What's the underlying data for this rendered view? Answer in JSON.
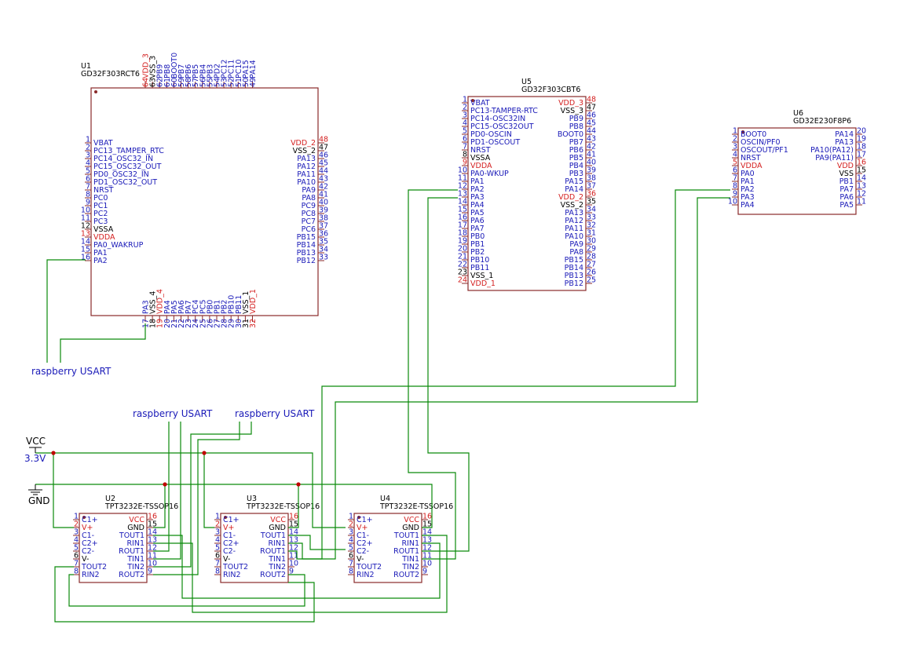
{
  "chips": {
    "u1": {
      "ref": "U1",
      "part": "GD32F303RCT6",
      "left": [
        {
          "n": "1",
          "l": "VBAT"
        },
        {
          "n": "2",
          "l": "PC13_TAMPER_RTC"
        },
        {
          "n": "3",
          "l": "PC14_OSC32_IN"
        },
        {
          "n": "4",
          "l": "PC15_OSC32_OUT"
        },
        {
          "n": "5",
          "l": "PD0_OSC32_IN"
        },
        {
          "n": "6",
          "l": "PD1_OSC32_OUT"
        },
        {
          "n": "7",
          "l": "NRST"
        },
        {
          "n": "8",
          "l": "PC0"
        },
        {
          "n": "9",
          "l": "PC1"
        },
        {
          "n": "10",
          "l": "PC2"
        },
        {
          "n": "11",
          "l": "PC3"
        },
        {
          "n": "12",
          "l": "VSSA",
          "c": "gnd"
        },
        {
          "n": "13",
          "l": "VDDA",
          "c": "pwr"
        },
        {
          "n": "14",
          "l": "PA0_WAKRUP"
        },
        {
          "n": "15",
          "l": "PA1"
        },
        {
          "n": "16",
          "l": "PA2"
        }
      ],
      "right": [
        {
          "n": "48",
          "l": "VDD_2",
          "c": "pwr"
        },
        {
          "n": "47",
          "l": "VSS_2",
          "c": "gnd"
        },
        {
          "n": "46",
          "l": "PA13"
        },
        {
          "n": "45",
          "l": "PA12"
        },
        {
          "n": "44",
          "l": "PA11"
        },
        {
          "n": "43",
          "l": "PA10"
        },
        {
          "n": "42",
          "l": "PA9"
        },
        {
          "n": "41",
          "l": "PA8"
        },
        {
          "n": "40",
          "l": "PC9"
        },
        {
          "n": "39",
          "l": "PC8"
        },
        {
          "n": "38",
          "l": "PC7"
        },
        {
          "n": "37",
          "l": "PC6"
        },
        {
          "n": "36",
          "l": "PB15"
        },
        {
          "n": "35",
          "l": "PB14"
        },
        {
          "n": "34",
          "l": "PB13"
        },
        {
          "n": "33",
          "l": "PB12"
        }
      ],
      "top": [
        {
          "n": "64",
          "l": "VDD_3",
          "c": "pwr"
        },
        {
          "n": "63",
          "l": "VSS_3",
          "c": "gnd"
        },
        {
          "n": "62",
          "l": "PB9"
        },
        {
          "n": "61",
          "l": "PB8"
        },
        {
          "n": "60",
          "l": "BOOT0"
        },
        {
          "n": "59",
          "l": "PB7"
        },
        {
          "n": "58",
          "l": "PB6"
        },
        {
          "n": "57",
          "l": "PB5"
        },
        {
          "n": "56",
          "l": "PB4"
        },
        {
          "n": "55",
          "l": "PB3"
        },
        {
          "n": "54",
          "l": "PD2"
        },
        {
          "n": "53",
          "l": "PC12"
        },
        {
          "n": "52",
          "l": "PC11"
        },
        {
          "n": "51",
          "l": "PC10"
        },
        {
          "n": "50",
          "l": "PA15"
        },
        {
          "n": "49",
          "l": "PA14"
        }
      ],
      "bottom": [
        {
          "n": "17",
          "l": "PA3"
        },
        {
          "n": "18",
          "l": "VSS_4",
          "c": "gnd"
        },
        {
          "n": "19",
          "l": "VDD_4",
          "c": "pwr"
        },
        {
          "n": "20",
          "l": "PA4"
        },
        {
          "n": "21",
          "l": "PA5"
        },
        {
          "n": "22",
          "l": "PA6"
        },
        {
          "n": "23",
          "l": "PA7"
        },
        {
          "n": "24",
          "l": "PC4"
        },
        {
          "n": "25",
          "l": "PC5"
        },
        {
          "n": "26",
          "l": "PB0"
        },
        {
          "n": "27",
          "l": "PB1"
        },
        {
          "n": "28",
          "l": "PB2"
        },
        {
          "n": "29",
          "l": "PB10"
        },
        {
          "n": "30",
          "l": "PB11"
        },
        {
          "n": "31",
          "l": "VSS_1",
          "c": "gnd"
        },
        {
          "n": "32",
          "l": "VDD_1",
          "c": "pwr"
        }
      ]
    },
    "u5": {
      "ref": "U5",
      "part": "GD32F303CBT6",
      "left": [
        {
          "n": "1",
          "l": "VBAT"
        },
        {
          "n": "2",
          "l": "PC13-TAMPER-RTC"
        },
        {
          "n": "3",
          "l": "PC14-OSC32IN"
        },
        {
          "n": "4",
          "l": "PC15-OSC32OUT"
        },
        {
          "n": "5",
          "l": "PD0-OSCIN"
        },
        {
          "n": "6",
          "l": "PD1-OSCOUT"
        },
        {
          "n": "7",
          "l": "NRST"
        },
        {
          "n": "8",
          "l": "VSSA",
          "c": "gnd"
        },
        {
          "n": "9",
          "l": "VDDA",
          "c": "pwr"
        },
        {
          "n": "10",
          "l": "PA0-WKUP"
        },
        {
          "n": "11",
          "l": "PA1"
        },
        {
          "n": "12",
          "l": "PA2"
        },
        {
          "n": "13",
          "l": "PA3"
        },
        {
          "n": "14",
          "l": "PA4"
        },
        {
          "n": "15",
          "l": "PA5"
        },
        {
          "n": "16",
          "l": "PA6"
        },
        {
          "n": "17",
          "l": "PA7"
        },
        {
          "n": "18",
          "l": "PB0"
        },
        {
          "n": "19",
          "l": "PB1"
        },
        {
          "n": "20",
          "l": "PB2"
        },
        {
          "n": "21",
          "l": "PB10"
        },
        {
          "n": "22",
          "l": "PB11"
        },
        {
          "n": "23",
          "l": "VSS_1",
          "c": "gnd"
        },
        {
          "n": "24",
          "l": "VDD_1",
          "c": "pwr"
        }
      ],
      "right": [
        {
          "n": "48",
          "l": "VDD_3",
          "c": "pwr"
        },
        {
          "n": "47",
          "l": "VSS_3",
          "c": "gnd"
        },
        {
          "n": "46",
          "l": "PB9"
        },
        {
          "n": "45",
          "l": "PB8"
        },
        {
          "n": "44",
          "l": "BOOT0"
        },
        {
          "n": "43",
          "l": "PB7"
        },
        {
          "n": "42",
          "l": "PB6"
        },
        {
          "n": "41",
          "l": "PB5"
        },
        {
          "n": "40",
          "l": "PB4"
        },
        {
          "n": "39",
          "l": "PB3"
        },
        {
          "n": "38",
          "l": "PA15"
        },
        {
          "n": "37",
          "l": "PA14"
        },
        {
          "n": "36",
          "l": "VDD_2",
          "c": "pwr"
        },
        {
          "n": "35",
          "l": "VSS_2",
          "c": "gnd"
        },
        {
          "n": "34",
          "l": "PA13"
        },
        {
          "n": "33",
          "l": "PA12"
        },
        {
          "n": "32",
          "l": "PA11"
        },
        {
          "n": "31",
          "l": "PA10"
        },
        {
          "n": "30",
          "l": "PA9"
        },
        {
          "n": "29",
          "l": "PA8"
        },
        {
          "n": "28",
          "l": "PB15"
        },
        {
          "n": "27",
          "l": "PB14"
        },
        {
          "n": "26",
          "l": "PB13"
        },
        {
          "n": "25",
          "l": "PB12"
        }
      ]
    },
    "u6": {
      "ref": "U6",
      "part": "GD32E230F8P6",
      "left": [
        {
          "n": "1",
          "l": "BOOT0"
        },
        {
          "n": "2",
          "l": "OSCIN/PF0"
        },
        {
          "n": "3",
          "l": "OSCOUT/PF1"
        },
        {
          "n": "4",
          "l": "NRST"
        },
        {
          "n": "5",
          "l": "VDDA",
          "c": "pwr"
        },
        {
          "n": "6",
          "l": "PA0"
        },
        {
          "n": "7",
          "l": "PA1"
        },
        {
          "n": "8",
          "l": "PA2"
        },
        {
          "n": "9",
          "l": "PA3"
        },
        {
          "n": "10",
          "l": "PA4"
        }
      ],
      "right": [
        {
          "n": "20",
          "l": "PA14"
        },
        {
          "n": "19",
          "l": "PA13"
        },
        {
          "n": "18",
          "l": "PA10(PA12)"
        },
        {
          "n": "17",
          "l": "PA9(PA11)"
        },
        {
          "n": "16",
          "l": "VDD",
          "c": "pwr"
        },
        {
          "n": "15",
          "l": "VSS",
          "c": "gnd"
        },
        {
          "n": "14",
          "l": "PB1"
        },
        {
          "n": "13",
          "l": "PA7"
        },
        {
          "n": "12",
          "l": "PA6"
        },
        {
          "n": "11",
          "l": "PA5"
        }
      ]
    },
    "tpt": {
      "part": "TPT3232E-TSSOP16",
      "refs": [
        "U2",
        "U3",
        "U4"
      ],
      "left": [
        {
          "n": "1",
          "l": "C1+"
        },
        {
          "n": "2",
          "l": "V+",
          "c": "pwr"
        },
        {
          "n": "3",
          "l": "C1-"
        },
        {
          "n": "4",
          "l": "C2+"
        },
        {
          "n": "5",
          "l": "C2-"
        },
        {
          "n": "6",
          "l": "V-",
          "c": "gnd"
        },
        {
          "n": "7",
          "l": "TOUT2"
        },
        {
          "n": "8",
          "l": "RIN2"
        }
      ],
      "right": [
        {
          "n": "16",
          "l": "VCC",
          "c": "pwr"
        },
        {
          "n": "15",
          "l": "GND",
          "c": "gnd"
        },
        {
          "n": "14",
          "l": "TOUT1"
        },
        {
          "n": "13",
          "l": "RIN1"
        },
        {
          "n": "12",
          "l": "ROUT1"
        },
        {
          "n": "11",
          "l": "TIN1"
        },
        {
          "n": "10",
          "l": "TIN2"
        },
        {
          "n": "9",
          "l": "ROUT2"
        }
      ]
    }
  },
  "net_labels": {
    "rpi1": "raspberry USART",
    "rpi2": "raspberry USART",
    "rpi3": "raspberry USART"
  },
  "power": {
    "vcc": "VCC",
    "v33": "3.3V",
    "gnd": "GND"
  },
  "colors": {
    "wire": "#0a8a0a",
    "body": "#8a2a2a",
    "pin_text": "#1a1ab8",
    "power_pin": "#d42020",
    "junction": "#c00000"
  }
}
